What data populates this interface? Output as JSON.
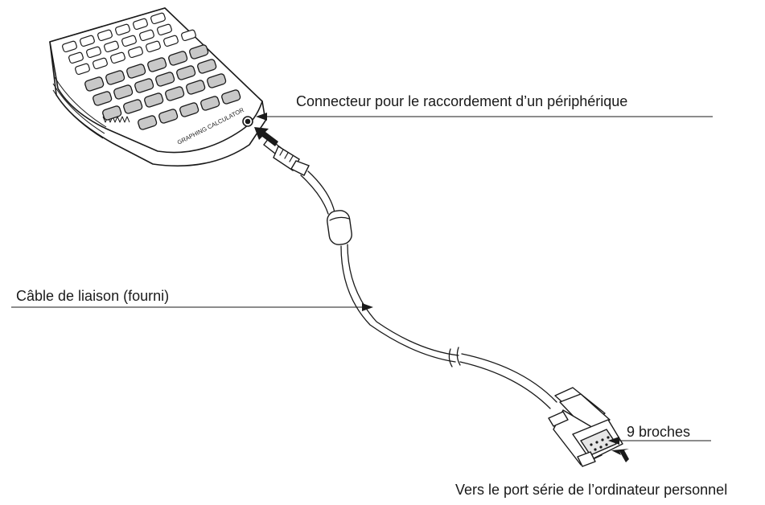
{
  "labels": {
    "connector": "Connecteur pour le raccordement d’un périphérique",
    "cable": "Câble de liaison (fourni)",
    "pins": "9 broches",
    "port": "Vers le port série de l’ordinateur personnel"
  },
  "calculator": {
    "model_text": "GRAPHING CALCULATOR"
  },
  "colors": {
    "line": "#1a1a1a",
    "key_light": "#ffffff",
    "key_dark": "#c8c8c8",
    "body": "#ffffff"
  }
}
